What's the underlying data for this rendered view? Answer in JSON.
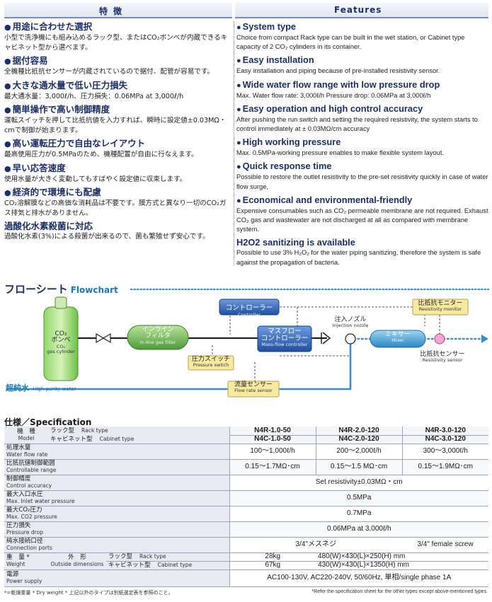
{
  "header": {
    "jp": "特徴",
    "en": "Features"
  },
  "features_jp": [
    {
      "title": "用途に合わせた選択",
      "desc": "小型で洗浄機にも組み込めるラック型、またはCO₂ボンベが内蔵できるキャビネット型から選べます。"
    },
    {
      "title": "据付容易",
      "desc": "全機種比抵抗センサーが内蔵されているので据付、配管が容易です。"
    },
    {
      "title": "大きな通水量で低い圧力損失",
      "desc": "最大通水量：3,000ℓ/h、圧力損失：0.06MPa at 3,000ℓ/h"
    },
    {
      "title": "簡単操作で高い制御精度",
      "desc": "運転スイッチを押して比抵抗値を入力すれば、瞬時に設定値±0.03MΩ・cmで制御が始まります。"
    },
    {
      "title": "高い運転圧力で自由なレイアウト",
      "desc": "最高使用圧力が0.5MPaのため、機種配置が自由に行なえます。"
    },
    {
      "title": "早い応答速度",
      "desc": "使用水量が大きく変動してもすばやく設定値に収束します。"
    },
    {
      "title": "経済的で環境にも配慮",
      "desc": "CO₂溶解膜などの高価な消耗品は不要です。膜方式と異なり一切のCO₂ガス排気と排水がありません。"
    },
    {
      "title": "過酸化水素殺菌に対応",
      "desc": "過酸化水素(3%)による殺菌が出来るので、菌も繁殖せず安心です。"
    }
  ],
  "features_en": [
    {
      "title": "System type",
      "desc": "Choice from compact Rack type can be built in the wet station, or Cabinet type capacity of 2 CO₂ cylinders in its container."
    },
    {
      "title": "Easy installation",
      "desc": "Easy installation and piping because of pre-installed resistivity sensor."
    },
    {
      "title": "Wide water flow range with low pressure drop",
      "desc": "Max. Water flow rate: 3,000ℓ/h   Pressure drop: 0.06MPa at 3,000ℓ/h"
    },
    {
      "title": "Easy operation and high control accuracy",
      "desc": "After pushing the run switch and setting the required resistivity, the system starts to control immediately at ± 0.03MΩ/cm accuracy"
    },
    {
      "title": "High working pressure",
      "desc": "Max. 0.5MPa-working pressure enables to make flexible system layout."
    },
    {
      "title": "Quick response time",
      "desc": "Possible to restore the outlet resistivity to the pre-set resistivity quickly in case of water flow surge,"
    },
    {
      "title": "Economical and environmental-friendly",
      "desc": "Expensive consumables such as CO₂ permeable membrane are not required. Exhaust CO₂ gas and wastewater are not discharged at all as compared with membrane system."
    },
    {
      "title": "H2O2 sanitizing is available",
      "desc": "Possible to use 3% H₂O₂ for the water piping sanitizing, therefore the system is safe against the propagation of bacteria."
    }
  ],
  "flowchart": {
    "title_jp": "フローシート",
    "title_en": "Flowchart",
    "cylinder": {
      "jp1": "CO₂",
      "jp2": "ボンベ",
      "en1": "CO₂",
      "en2": "gas cylinder"
    },
    "gas_filter": {
      "jp1": "インライン",
      "jp2": "フィルタ",
      "en": "In-line gas filter"
    },
    "controller": {
      "jp": "コントローラー",
      "en": "Controller"
    },
    "massflow": {
      "jp1": "マスフロー",
      "jp2": "コントローラー",
      "en": "Mass-flow controller"
    },
    "pressure_switch": {
      "jp": "圧力スイッチ",
      "en": "Pressure switch"
    },
    "flow_sensor": {
      "jp": "流量センサー",
      "en": "Flow rate sensor"
    },
    "injection": {
      "jp": "注入ノズル",
      "en": "Injection nozzle"
    },
    "mixer": {
      "jp": "ミキサー",
      "en": "Mixer"
    },
    "monitor": {
      "jp": "比抵抗モニター",
      "en": "Resistivity monitor"
    },
    "resist_sensor": {
      "jp": "比抵抗センサー",
      "en": "Resistivity sensor"
    },
    "water": {
      "jp": "超純水",
      "en": "High-purity water"
    }
  },
  "spec": {
    "title_jp": "仕様",
    "title_en": "Specification",
    "model_label_jp": "機　種",
    "model_label_en": "Model",
    "rack_jp": "ラック型",
    "rack_en": "Rack type",
    "cab_jp": "キャビネット型",
    "cab_en": "Cabinet type",
    "rack_models": [
      "N4R-1.0-50",
      "N4R-2.0-120",
      "N4R-3.0-120"
    ],
    "cab_models": [
      "N4C-1.0-50",
      "N4C-2.0-120",
      "N4C-3.0-120"
    ],
    "flow_jp": "処理水量",
    "flow_en": "Water flow rate",
    "flow_vals": [
      "100～1,000ℓ/h",
      "200～2,000ℓ/h",
      "300～3,000ℓ/h"
    ],
    "range_jp": "比抵抗値制御範囲",
    "range_en": "Controllable range",
    "range_vals": [
      "0.15～1.7MΩ･cm",
      "0.15～1.5 MΩ･cm",
      "0.15～1.9MΩ･cm"
    ],
    "acc_jp": "制御精度",
    "acc_en": "Control accuracy",
    "acc_val": "Set resistivity±0.03MΩ・cm",
    "inlet_jp": "最大入口水圧",
    "inlet_en": "Max. Inlet water pressure",
    "inlet_val": "0.5MPa",
    "co2p_jp": "最大CO₂圧力",
    "co2p_en": "Max. CO2 pressure",
    "co2p_val": "0.7MPa",
    "drop_jp": "圧力損失",
    "drop_en": "Pressure drop",
    "drop_val": "0.06MPa at 3,000ℓ/h",
    "conn_jp": "純水接続口径",
    "conn_en": "Connection ports",
    "conn_val_jp": "3/4\"メスネジ",
    "conn_val_en": "3/4\" female screw",
    "weight_jp": "重　量 *",
    "weight_en": "Weight",
    "dim_jp": "外　形",
    "dim_en": "Outside dimensions",
    "w_rack_jp": "ラック型",
    "w_rack_en": "Rack type",
    "w_cab_jp": "キャビネット型",
    "w_cab_en": "Cabinet type",
    "rack_weight": "28kg",
    "rack_dim": "480(W)×430(L)×250(H) mm",
    "cab_weight": "67kg",
    "cab_dim": "430(W)×430(L)×1350(H) mm",
    "power_jp": "電源",
    "power_en": "Power supply",
    "power_val": "AC100-130V, AC220-240V, 50/60Hz, 単相/single phase 1A"
  },
  "notes": {
    "jp": "*=乾燥重量  * Dry weight  * 上記以外のタイプは別紙選定表を参照のこと。",
    "en": "*Refer the specification sheet for the other types except above-mentioned types."
  },
  "colors": {
    "navy": "#1c2f66",
    "blue_box": "#2c63b5",
    "accent": "#1a78b8"
  }
}
